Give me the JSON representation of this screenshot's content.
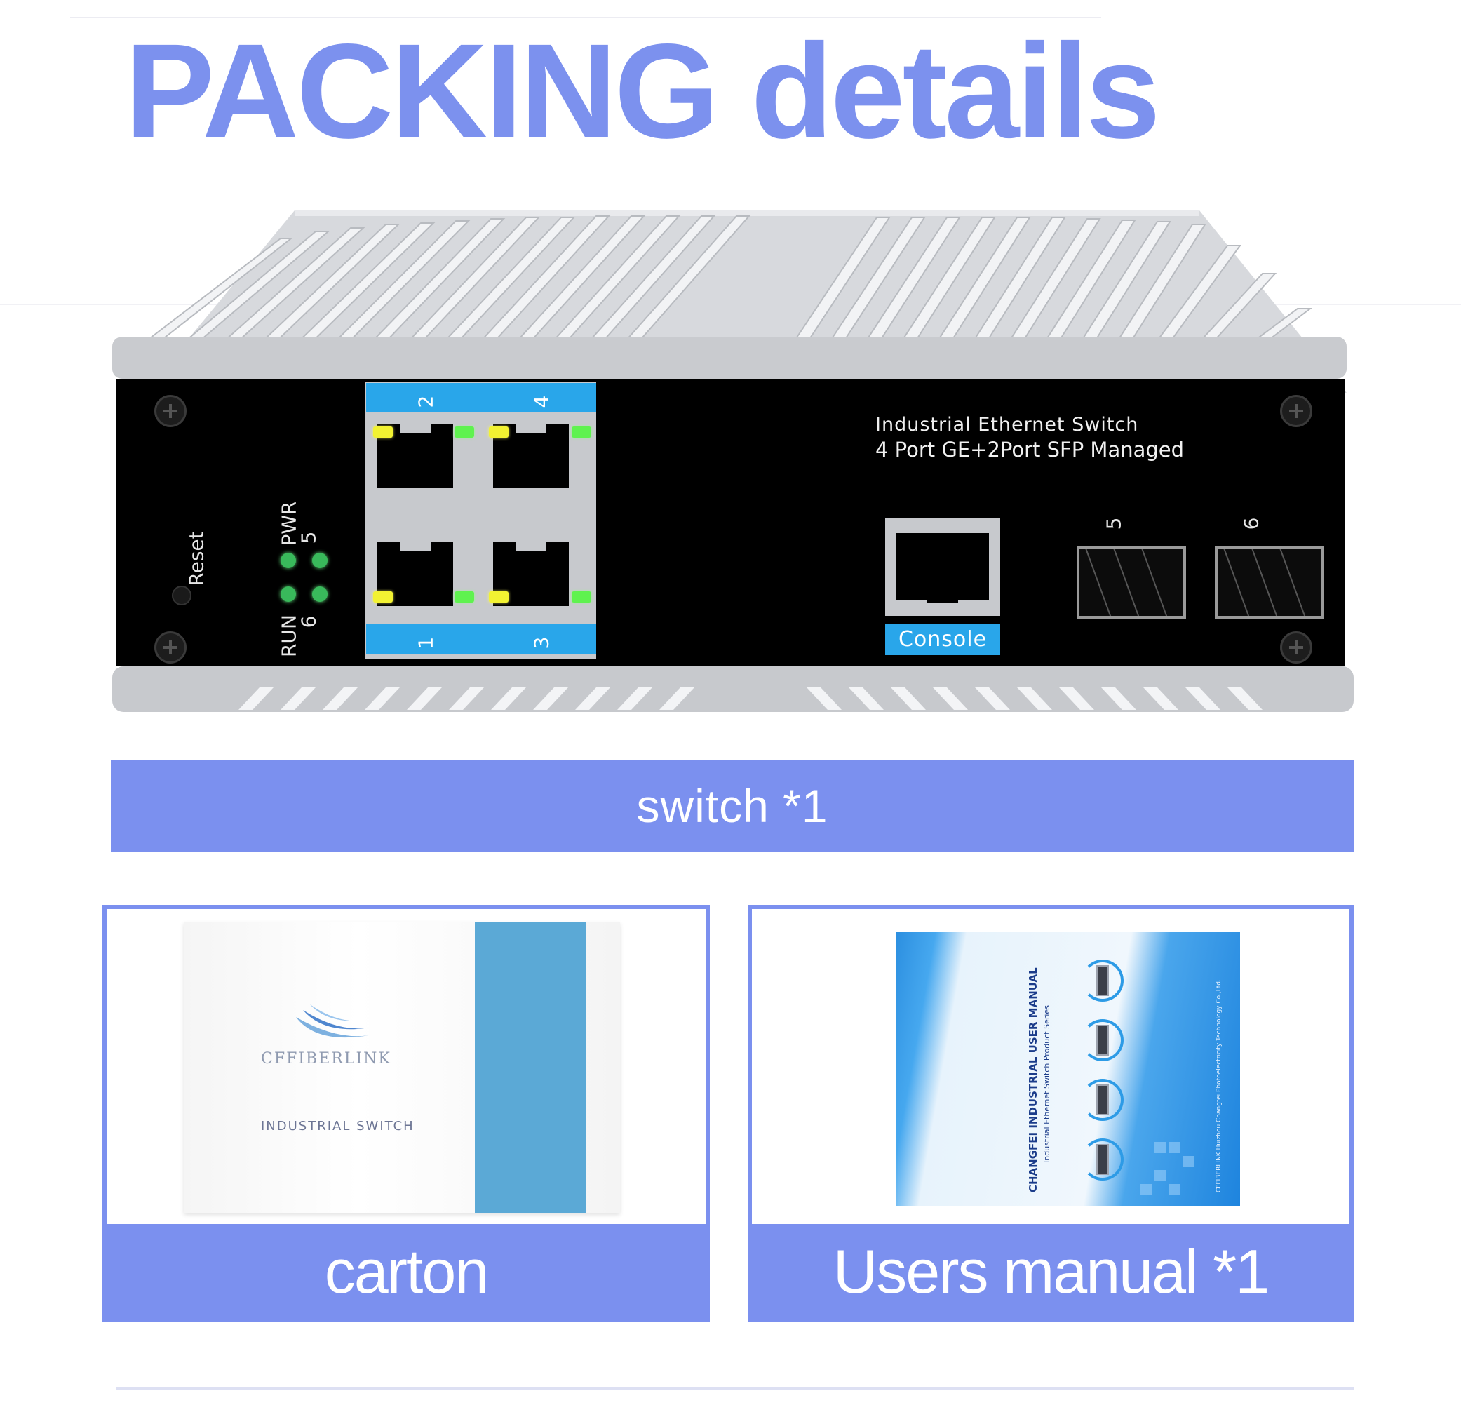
{
  "page": {
    "title": "PACKING details"
  },
  "device": {
    "panel_text_line1": "Industrial  Ethernet  Switch",
    "panel_text_line2": "4 Port GE+2Port SFP Managed",
    "reset_label": "Reset",
    "led_labels": {
      "pwr": "PWR",
      "run": "RUN",
      "five": "5",
      "six": "6"
    },
    "port_labels": {
      "p1": "1",
      "p2": "2",
      "p3": "3",
      "p4": "4",
      "p5": "5",
      "p6": "6"
    },
    "console_label": "Console",
    "colors": {
      "chassis": "#c9cbcf",
      "front_panel": "#000000",
      "port_bar": "#29a6ea"
    }
  },
  "items": {
    "switch_label": "switch *1",
    "carton_label": "carton",
    "manual_label": "Users manual *1"
  },
  "carton_box": {
    "brand": "CFFIBERLINK",
    "caption": "INDUSTRIAL SWITCH"
  },
  "manual_cover": {
    "title": "CHANGFEI INDUSTRIAL USER MANUAL",
    "subtitle": "Industrial Ethernet Switch Product Series",
    "company": "CFFIBERLINK   Huizhou Changfei Photoelectricity Technology Co.,Ltd."
  },
  "theme": {
    "accent": "#7b90ef",
    "title_color": "#7c91ee"
  }
}
